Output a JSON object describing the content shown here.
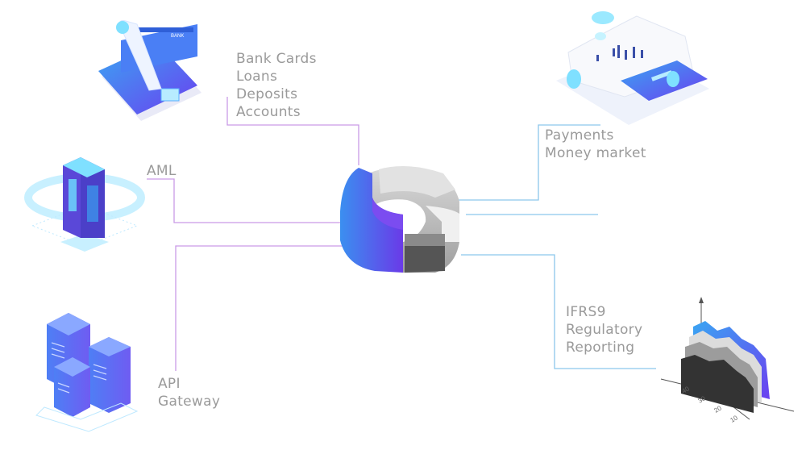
{
  "colors": {
    "purple_line": "#c99be6",
    "blue_line": "#8cc7ec",
    "label_gray": "#9a9a9a",
    "accent_blue": "#3aa0f0",
    "accent_purple": "#6a3df0"
  },
  "labels": {
    "bank_products": [
      "Bank Cards",
      "Loans",
      "Deposits",
      "Accounts"
    ],
    "aml": "AML",
    "api_gateway": [
      "API",
      "Gateway"
    ],
    "payments": [
      "Payments",
      "Money market"
    ],
    "ifrs": [
      "IFRS9",
      "Regulatory",
      "Reporting"
    ]
  },
  "chart_axis": {
    "ticks": [
      "40",
      "30",
      "20",
      "10"
    ]
  },
  "icons": {
    "bank_card": "bank-card-icon",
    "aml_chip": "aml-chip-icon",
    "servers": "server-stack-icon",
    "receipt": "receipt-card-icon",
    "chart3d": "chart-3d-icon",
    "hub": "ring-hub-icon"
  }
}
